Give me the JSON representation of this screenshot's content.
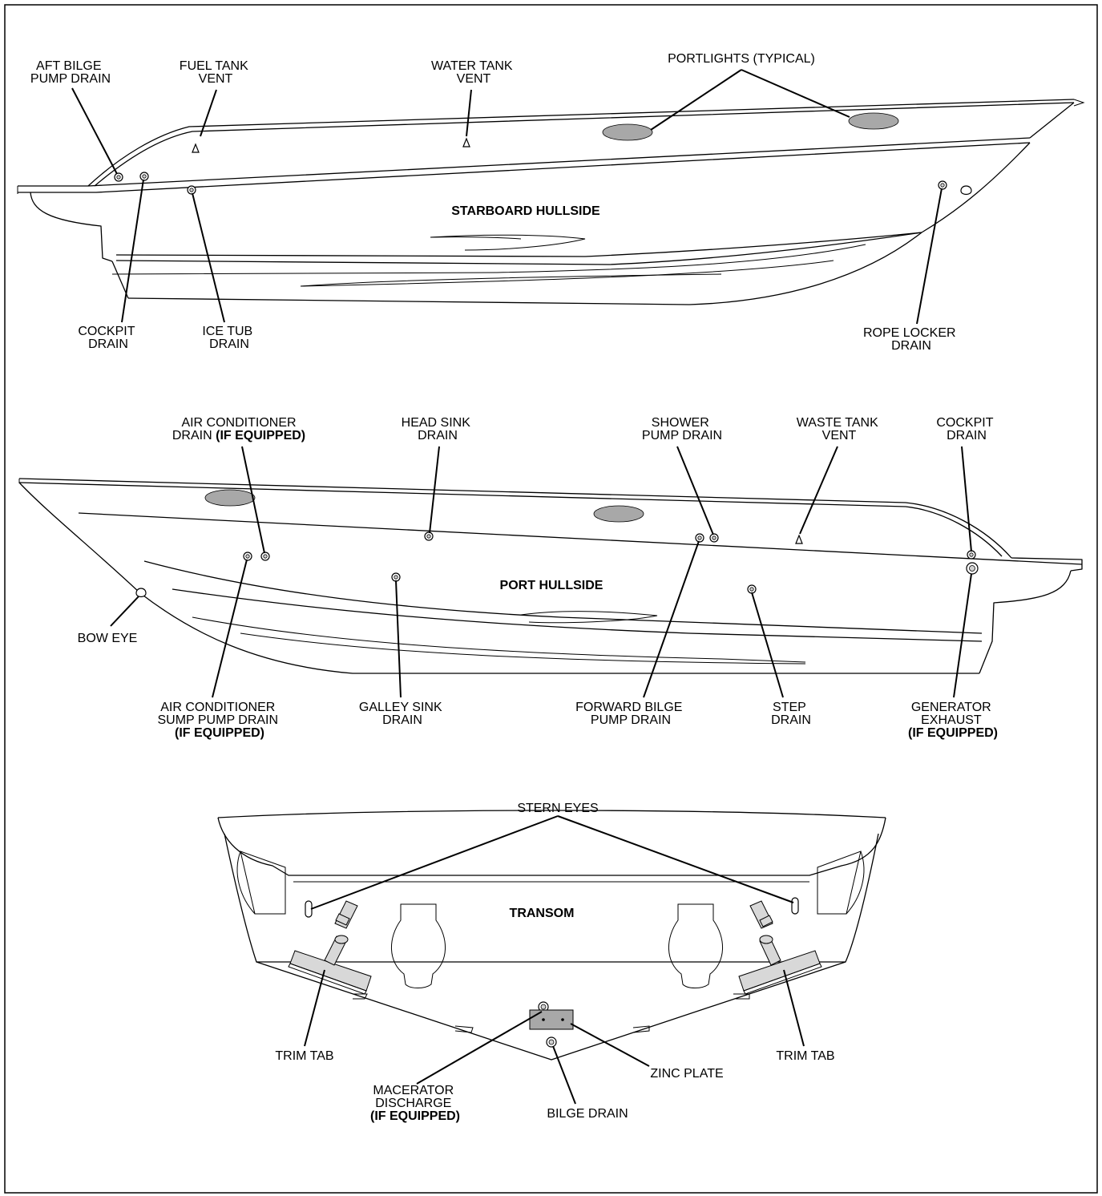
{
  "views": {
    "starboard": {
      "title": "STARBOARD HULLSIDE",
      "labels": {
        "aft_bilge": [
          "AFT BILGE",
          "PUMP DRAIN"
        ],
        "fuel_vent": [
          "FUEL TANK",
          "VENT"
        ],
        "water_vent": [
          "WATER TANK",
          "VENT"
        ],
        "portlights": [
          "PORTLIGHTS (TYPICAL)"
        ],
        "cockpit_drain": [
          "COCKPIT",
          "DRAIN"
        ],
        "ice_tub": [
          "ICE TUB",
          "DRAIN"
        ],
        "rope_locker": [
          "ROPE LOCKER",
          "DRAIN"
        ]
      }
    },
    "port": {
      "title": "PORT HULLSIDE",
      "labels": {
        "ac_drain": [
          "AIR CONDITIONER",
          "DRAIN"
        ],
        "ac_drain_suffix": "(IF EQUIPPED)",
        "head_sink": [
          "HEAD SINK",
          "DRAIN"
        ],
        "shower_pump": [
          "SHOWER",
          "PUMP DRAIN"
        ],
        "waste_vent": [
          "WASTE TANK",
          "VENT"
        ],
        "cockpit_drain": [
          "COCKPIT",
          "DRAIN"
        ],
        "bow_eye": [
          "BOW EYE"
        ],
        "ac_sump": [
          "AIR CONDITIONER",
          "SUMP PUMP DRAIN",
          "(IF EQUIPPED)"
        ],
        "galley_sink": [
          "GALLEY SINK",
          "DRAIN"
        ],
        "fwd_bilge": [
          "FORWARD BILGE",
          "PUMP DRAIN"
        ],
        "step_drain": [
          "STEP",
          "DRAIN"
        ],
        "generator": [
          "GENERATOR",
          "EXHAUST",
          "(IF EQUIPPED)"
        ]
      }
    },
    "transom": {
      "title": "TRANSOM",
      "labels": {
        "stern_eyes": [
          "STERN EYES"
        ],
        "trim_tab_left": [
          "TRIM TAB"
        ],
        "trim_tab_right": [
          "TRIM TAB"
        ],
        "macerator": [
          "MACERATOR",
          "DISCHARGE",
          "(IF EQUIPPED)"
        ],
        "zinc_plate": [
          "ZINC PLATE"
        ],
        "bilge_drain": [
          "BILGE DRAIN"
        ]
      }
    }
  }
}
